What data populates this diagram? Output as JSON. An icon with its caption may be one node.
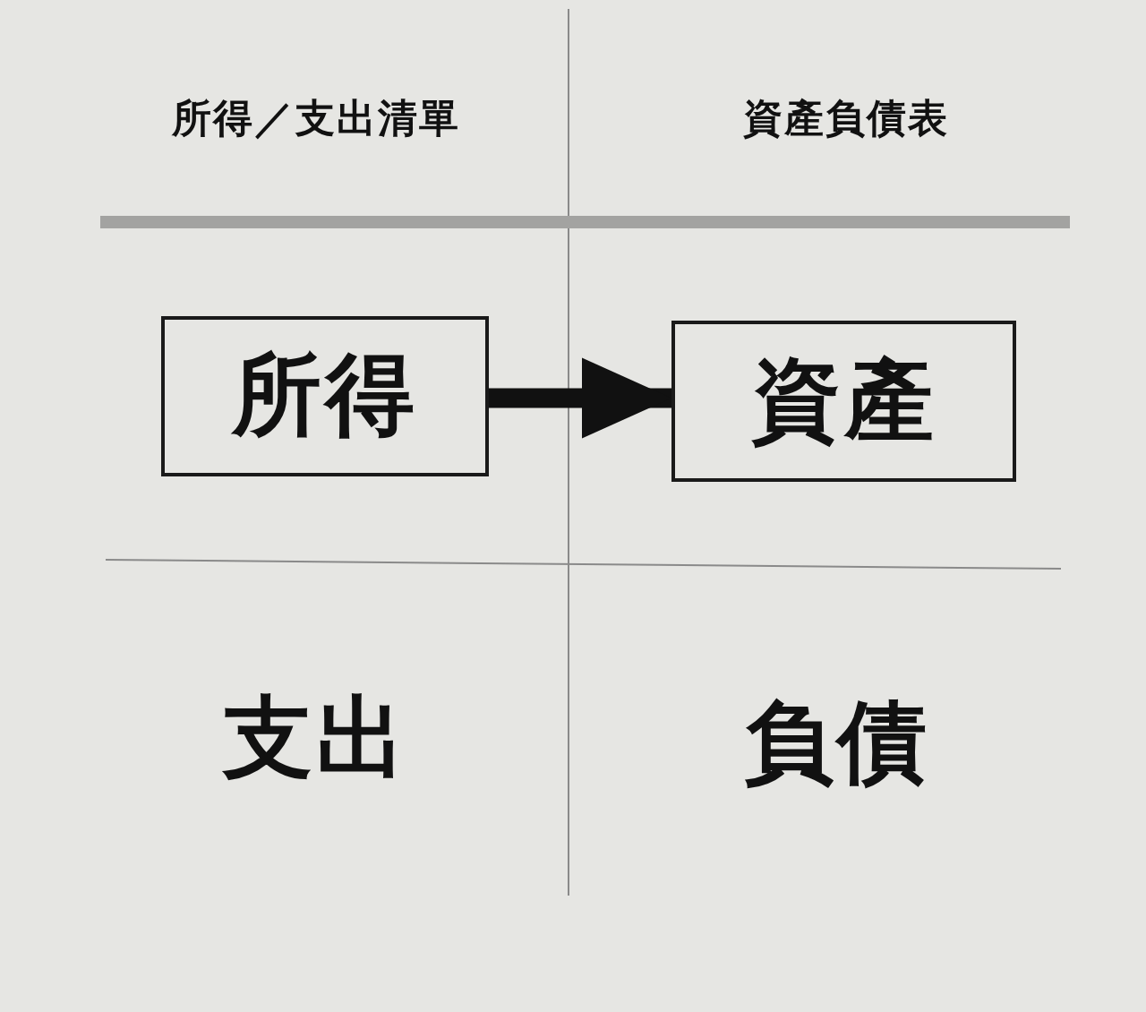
{
  "diagram": {
    "nodes": [
      {
        "text": [
          "所得"
        ]
      },
      {
        "text": [
          "資產"
        ]
      }
    ],
    "edges": [
      {
        "from": 0,
        "to": 1,
        "arrow": "to"
      }
    ],
    "labels": [
      "所得／支出清單",
      "資產負債表",
      "支出",
      "負債"
    ]
  }
}
